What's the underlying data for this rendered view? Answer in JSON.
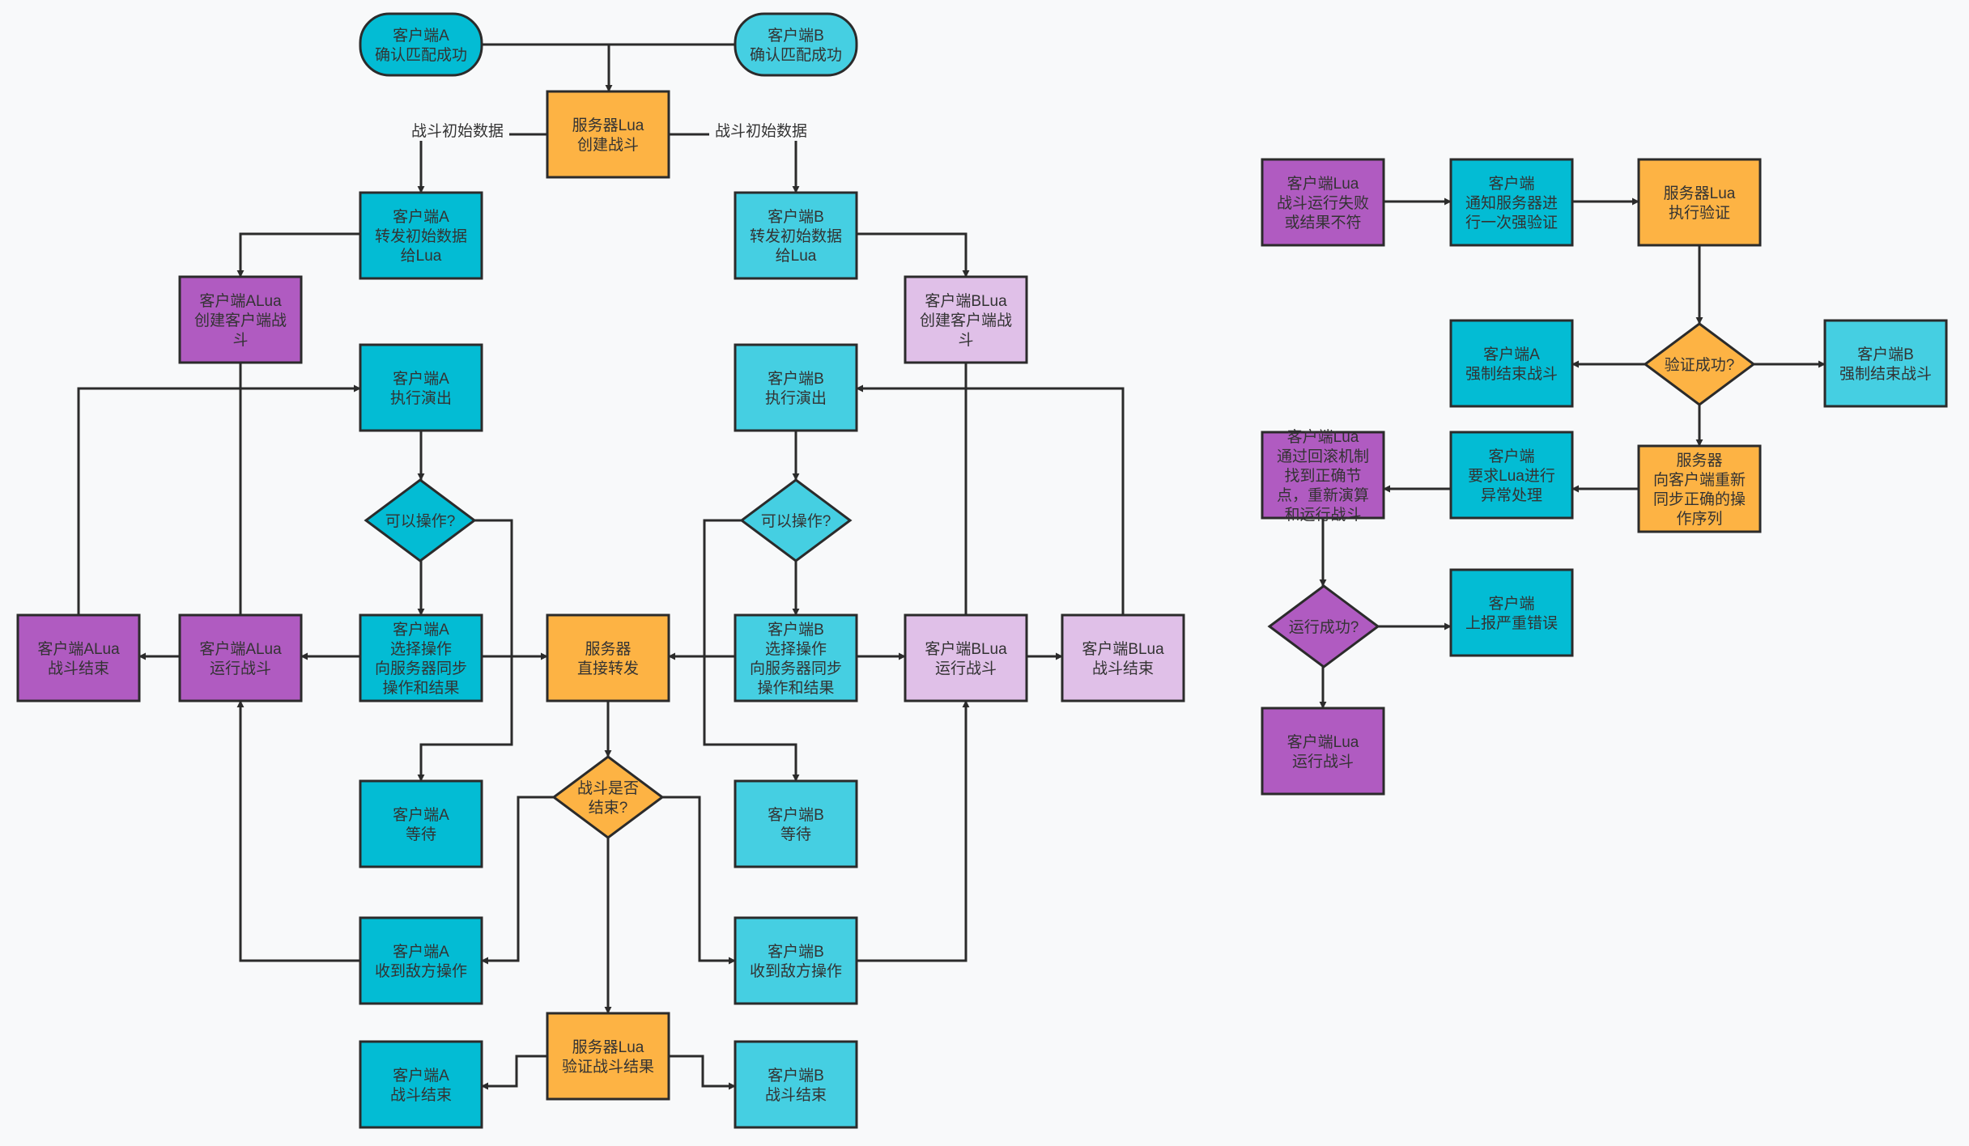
{
  "colors": {
    "client_a": "#03bcd4",
    "client_b": "#45cfe2",
    "server": "#fdb344",
    "lua_a": "#b05bc1",
    "lua_b": "#e0c0e8",
    "stroke": "#2b2b2b",
    "background": "#f8f9fa"
  },
  "nodes": {
    "start_a": {
      "text": "客户端A\n确认匹配成功",
      "kind": "client_a"
    },
    "start_b": {
      "text": "客户端B\n确认匹配成功",
      "kind": "client_b"
    },
    "create_battle": {
      "text": "服务器Lua\n创建战斗",
      "kind": "server"
    },
    "fwd_a": {
      "text": "客户端A\n转发初始数据\n给Lua",
      "kind": "client_a"
    },
    "fwd_b": {
      "text": "客户端B\n转发初始数据\n给Lua",
      "kind": "client_b"
    },
    "lua_a_create": {
      "text": "客户端ALua\n创建客户端战\n斗",
      "kind": "lua_a"
    },
    "lua_b_create": {
      "text": "客户端BLua\n创建客户端战\n斗",
      "kind": "lua_b"
    },
    "exec_a": {
      "text": "客户端A\n执行演出",
      "kind": "client_a"
    },
    "exec_b": {
      "text": "客户端B\n执行演出",
      "kind": "client_b"
    },
    "can_op_a": {
      "text": "可以操作?",
      "kind": "client_a"
    },
    "can_op_b": {
      "text": "可以操作?",
      "kind": "client_b"
    },
    "lua_a_end": {
      "text": "客户端ALua\n战斗结束",
      "kind": "lua_a"
    },
    "lua_a_run": {
      "text": "客户端ALua\n运行战斗",
      "kind": "lua_a"
    },
    "choose_a": {
      "text": "客户端A\n选择操作\n向服务器同步\n操作和结果",
      "kind": "client_a"
    },
    "server_fwd": {
      "text": "服务器\n直接转发",
      "kind": "server"
    },
    "choose_b": {
      "text": "客户端B\n选择操作\n向服务器同步\n操作和结果",
      "kind": "client_b"
    },
    "lua_b_run": {
      "text": "客户端BLua\n运行战斗",
      "kind": "lua_b"
    },
    "lua_b_end": {
      "text": "客户端BLua\n战斗结束",
      "kind": "lua_b"
    },
    "wait_a": {
      "text": "客户端A\n等待",
      "kind": "client_a"
    },
    "wait_b": {
      "text": "客户端B\n等待",
      "kind": "client_b"
    },
    "battle_over": {
      "text": "战斗是否\n结束?",
      "kind": "server"
    },
    "recv_a": {
      "text": "客户端A\n收到敌方操作",
      "kind": "client_a"
    },
    "recv_b": {
      "text": "客户端B\n收到敌方操作",
      "kind": "client_b"
    },
    "verify_result": {
      "text": "服务器Lua\n验证战斗结果",
      "kind": "server"
    },
    "end_a": {
      "text": "客户端A\n战斗结束",
      "kind": "client_a"
    },
    "end_b": {
      "text": "客户端B\n战斗结束",
      "kind": "client_b"
    },
    "lua_fail": {
      "text": "客户端Lua\n战斗运行失败\n或结果不符",
      "kind": "lua_a"
    },
    "notify_server": {
      "text": "客户端\n通知服务器进\n行一次强验证",
      "kind": "client_a"
    },
    "server_verify": {
      "text": "服务器Lua\n执行验证",
      "kind": "server"
    },
    "force_end_a": {
      "text": "客户端A\n强制结束战斗",
      "kind": "client_a"
    },
    "verify_ok": {
      "text": "验证成功?",
      "kind": "server"
    },
    "force_end_b": {
      "text": "客户端B\n强制结束战斗",
      "kind": "client_b"
    },
    "lua_rollback": {
      "text": "客户端Lua\n通过回滚机制\n找到正确节\n点，重新演算\n和运行战斗",
      "kind": "lua_a"
    },
    "client_exception": {
      "text": "客户端\n要求Lua进行\n异常处理",
      "kind": "client_a"
    },
    "server_resync": {
      "text": "服务器\n向客户端重新\n同步正确的操\n作序列",
      "kind": "server"
    },
    "run_ok": {
      "text": "运行成功?",
      "kind": "lua_a"
    },
    "report_error": {
      "text": "客户端\n上报严重错误",
      "kind": "client_a"
    },
    "lua_run": {
      "text": "客户端Lua\n运行战斗",
      "kind": "lua_a"
    }
  },
  "edge_labels": {
    "init_data_a": "战斗初始数据",
    "init_data_b": "战斗初始数据"
  }
}
